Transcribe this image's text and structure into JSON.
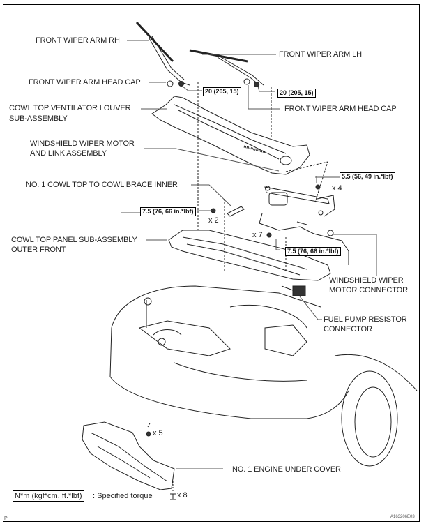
{
  "diagram": {
    "labels": {
      "front_wiper_arm_rh": "FRONT WIPER ARM RH",
      "front_wiper_arm_lh": "FRONT WIPER ARM LH",
      "front_wiper_arm_head_cap_left": "FRONT WIPER ARM HEAD CAP",
      "front_wiper_arm_head_cap_right": "FRONT WIPER ARM HEAD CAP",
      "cowl_top_ventilator_louver_1": "COWL TOP VENTILATOR LOUVER",
      "cowl_top_ventilator_louver_2": "SUB-ASSEMBLY",
      "wiper_motor_link_1": "WINDSHIELD WIPER MOTOR",
      "wiper_motor_link_2": "AND LINK ASSEMBLY",
      "cowl_brace_inner": "NO. 1 COWL TOP TO COWL BRACE INNER",
      "cowl_top_panel_1": "COWL TOP PANEL SUB-ASSEMBLY",
      "cowl_top_panel_2": "OUTER FRONT",
      "wiper_motor_connector_1": "WINDSHIELD WIPER",
      "wiper_motor_connector_2": "MOTOR CONNECTOR",
      "fuel_pump_resistor_1": "FUEL PUMP RESISTOR",
      "fuel_pump_resistor_2": "CONNECTOR",
      "engine_under_cover": "NO. 1 ENGINE UNDER COVER"
    },
    "torques": {
      "wiper_arm_rh": "20 (205, 15)",
      "wiper_arm_lh": "20 (205, 15)",
      "wiper_motor": "5.5 (56, 49 in.*lbf)",
      "brace_inner": "7.5 (76, 66 in.*lbf)",
      "cowl_panel": "7.5 (76, 66 in.*lbf)"
    },
    "quantities": {
      "wiper_motor_bolts": "x 4",
      "brace_bolts": "x 2",
      "cowl_panel_bolts": "x 7",
      "under_cover_nuts": "x 5",
      "under_cover_clips": "x 8"
    },
    "legend": {
      "unit": "N*m (kgf*cm, ft.*lbf)",
      "description": ": Specified torque"
    },
    "corner_mark": "P",
    "figure_id": "A163206E03"
  }
}
